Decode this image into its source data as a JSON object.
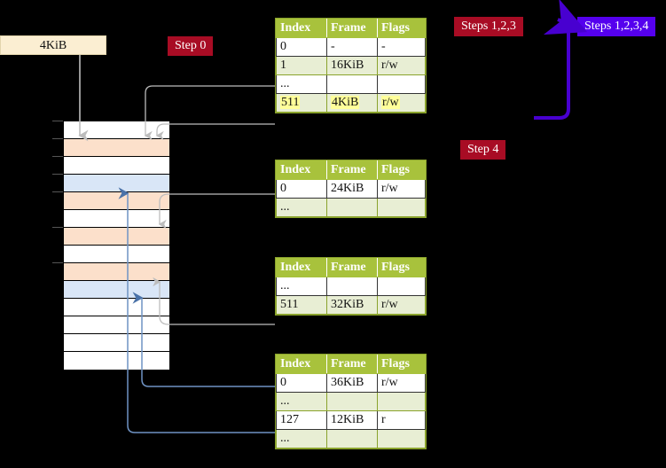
{
  "diagram": {
    "title_label": "4KiB",
    "badges": {
      "step0": "Step 0",
      "steps123": "Steps 1,2,3",
      "steps1234": "Steps 1,2,3,4",
      "step4": "Step 4"
    },
    "colors": {
      "badge_red": "#a80c24",
      "badge_blue": "#5500ee",
      "table_header_green": "#a8c23c",
      "table_alt_row": "#e8eed4",
      "highlight_yellow": "#ffff99",
      "callout_bg": "#fbeed2",
      "mem_peach": "#fce0cb",
      "mem_blue": "#d9e6f7",
      "arrow_gray": "#b0b0b0",
      "arrow_blue": "#6f93c4",
      "background": "#000000"
    },
    "memory_column": {
      "rows": [
        {
          "fill": "white"
        },
        {
          "fill": "peach"
        },
        {
          "fill": "white"
        },
        {
          "fill": "blue"
        },
        {
          "fill": "peach"
        },
        {
          "fill": "white"
        },
        {
          "fill": "peach"
        },
        {
          "fill": "white"
        },
        {
          "fill": "peach"
        },
        {
          "fill": "blue"
        },
        {
          "fill": "white"
        },
        {
          "fill": "white"
        },
        {
          "fill": "white"
        },
        {
          "fill": "white"
        }
      ]
    },
    "tables": [
      {
        "name": "pml4-table",
        "headers": [
          "Index",
          "Frame",
          "Flags"
        ],
        "rows": [
          {
            "cells": [
              "0",
              "-",
              "-"
            ],
            "style": "plain",
            "highlight": false
          },
          {
            "cells": [
              "1",
              "16KiB",
              "r/w"
            ],
            "style": "alt",
            "highlight": false
          },
          {
            "cells": [
              "...",
              "",
              ""
            ],
            "style": "plain",
            "highlight": false
          },
          {
            "cells": [
              "511",
              "4KiB",
              "r/w"
            ],
            "style": "alt",
            "highlight": true
          }
        ]
      },
      {
        "name": "pdpt-table",
        "headers": [
          "Index",
          "Frame",
          "Flags"
        ],
        "rows": [
          {
            "cells": [
              "0",
              "24KiB",
              "r/w"
            ],
            "style": "plain",
            "highlight": false
          },
          {
            "cells": [
              "...",
              "",
              ""
            ],
            "style": "alt",
            "highlight": false
          }
        ]
      },
      {
        "name": "pd-table",
        "headers": [
          "Index",
          "Frame",
          "Flags"
        ],
        "rows": [
          {
            "cells": [
              "...",
              "",
              ""
            ],
            "style": "plain",
            "highlight": false
          },
          {
            "cells": [
              "511",
              "32KiB",
              "r/w"
            ],
            "style": "alt",
            "highlight": false
          }
        ]
      },
      {
        "name": "pt-table",
        "headers": [
          "Index",
          "Frame",
          "Flags"
        ],
        "rows": [
          {
            "cells": [
              "0",
              "36KiB",
              "r/w"
            ],
            "style": "plain",
            "highlight": false
          },
          {
            "cells": [
              "...",
              "",
              ""
            ],
            "style": "alt",
            "highlight": false
          },
          {
            "cells": [
              "127",
              "12KiB",
              "r"
            ],
            "style": "plain",
            "highlight": false
          },
          {
            "cells": [
              "...",
              "",
              ""
            ],
            "style": "alt",
            "highlight": false
          }
        ]
      }
    ]
  }
}
